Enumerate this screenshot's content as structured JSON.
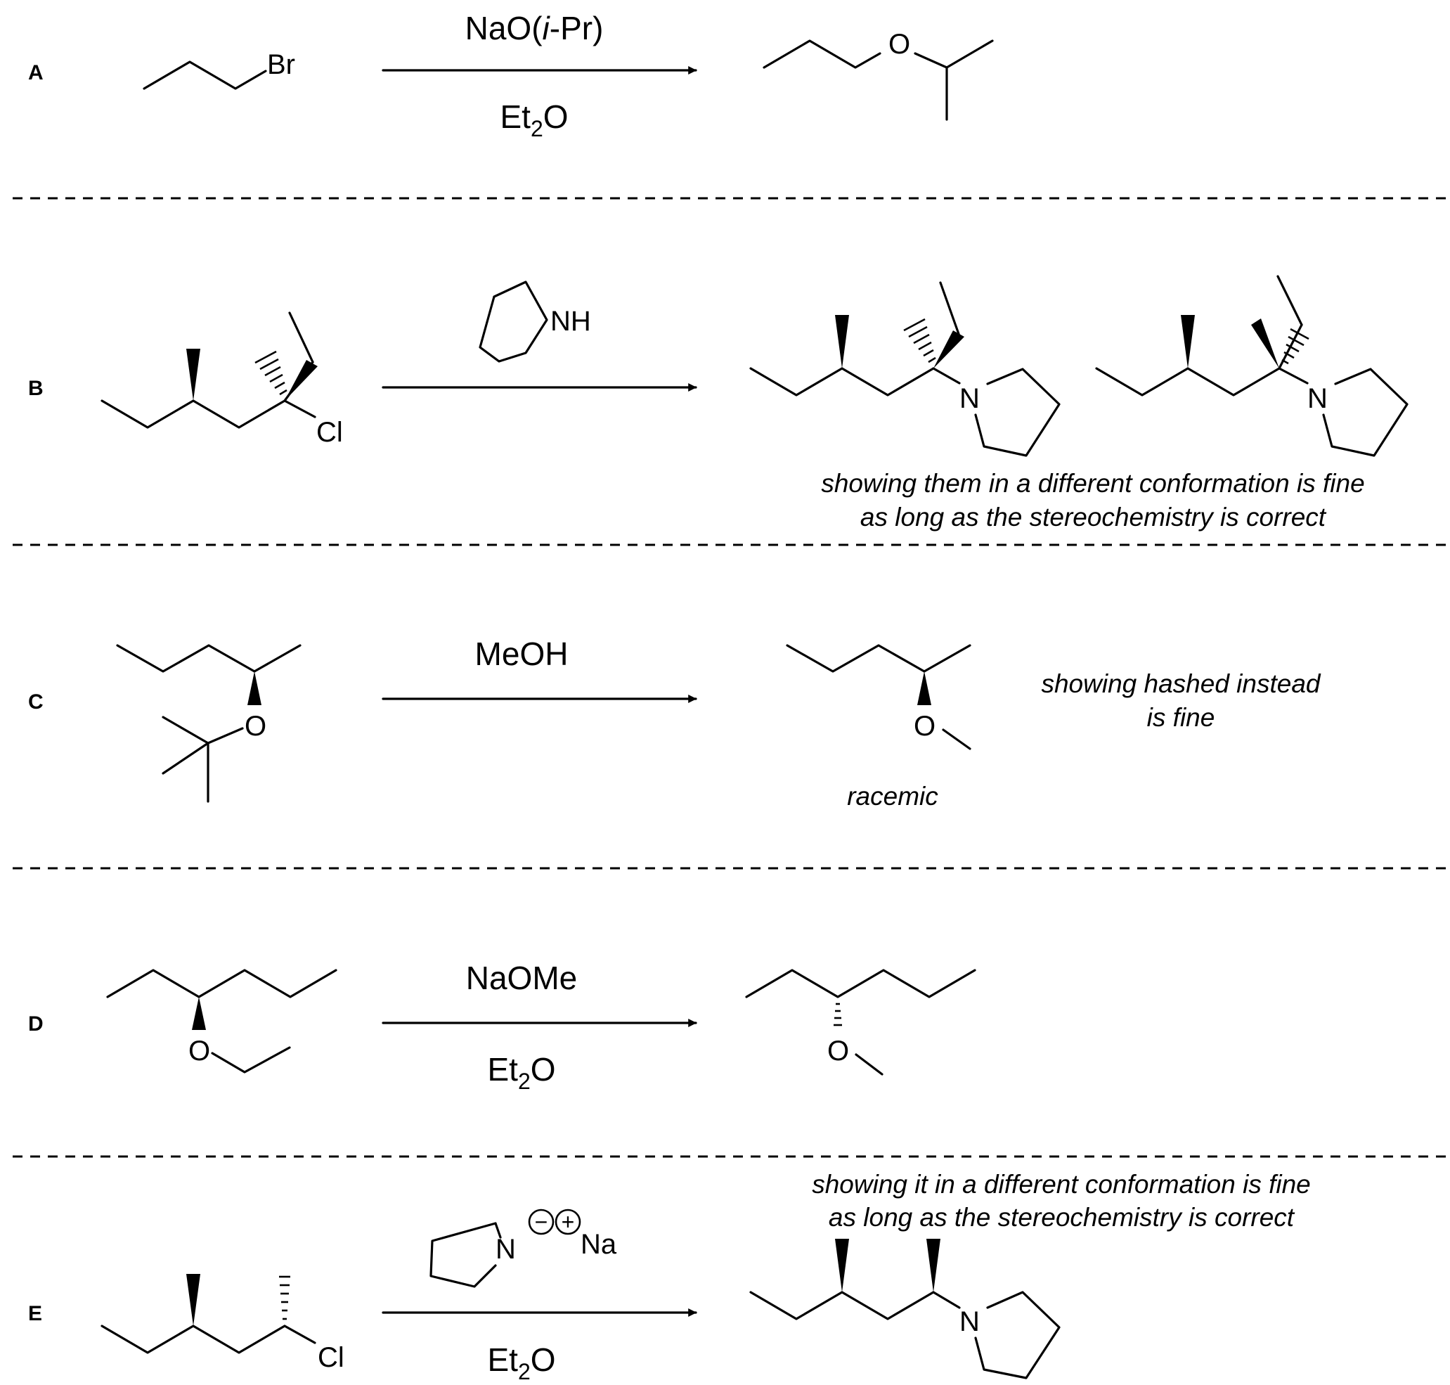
{
  "reactions": [
    {
      "label": "A",
      "reactant_atom": "Br",
      "reagent_top": "NaO(",
      "reagent_top_italic": "i",
      "reagent_top_end": "-Pr)",
      "solvent": "Et",
      "solvent_sub": "2",
      "solvent_end": "O",
      "product_atom": "O"
    },
    {
      "label": "B",
      "reactant_atom": "Cl",
      "reagent_atom": "NH",
      "product_atom_1": "N",
      "product_atom_2": "N",
      "note_line1": "showing them in a different conformation is fine",
      "note_line2": "as long as the stereochemistry is correct"
    },
    {
      "label": "C",
      "reactant_atom": "O",
      "reagent": "MeOH",
      "product_atom": "O",
      "product_note": "racemic",
      "note_line1": "showing hashed instead",
      "note_line2": "is fine"
    },
    {
      "label": "D",
      "reactant_atom": "O",
      "reagent": "NaOMe",
      "solvent": "Et",
      "solvent_sub": "2",
      "solvent_end": "O",
      "product_atom": "O"
    },
    {
      "label": "E",
      "reactant_atom": "Cl",
      "reagent_atom_n": "N",
      "reagent_minus": "−",
      "reagent_plus": "+",
      "reagent_counterion": "Na",
      "solvent": "Et",
      "solvent_sub": "2",
      "solvent_end": "O",
      "product_atom": "N",
      "note_line1": "showing it in a different conformation is fine",
      "note_line2": "as long as the stereochemistry is correct"
    }
  ]
}
